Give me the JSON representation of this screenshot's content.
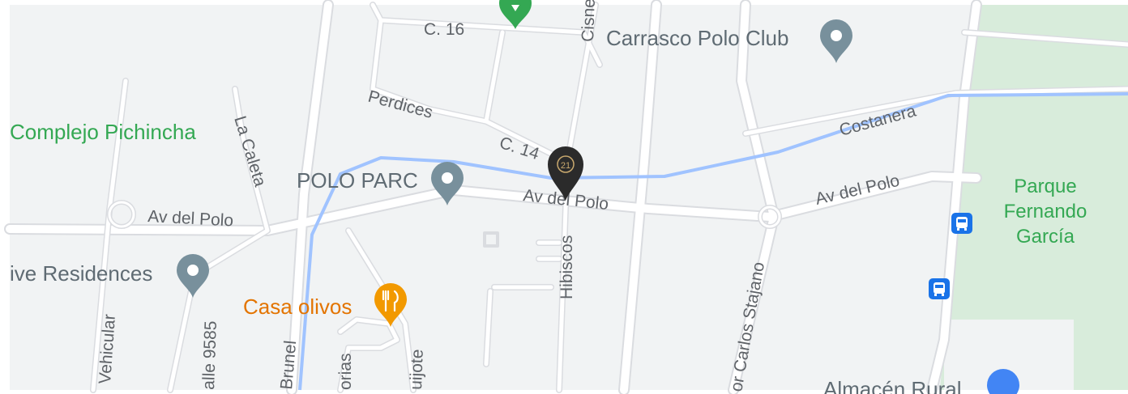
{
  "colors": {
    "land": "#f1f3f4",
    "road_casing": "#dadce0",
    "road": "#ffffff",
    "water": "#a0c3ff",
    "park": "#d8ecdb",
    "place_text": "#5f6b73",
    "road_text": "#5f6368",
    "green_text": "#34a853",
    "orange_text": "#e37400",
    "pin_gray": "#78909c",
    "pin_green": "#34a853",
    "pin_orange": "#f29900",
    "pin_blue": "#4285f4",
    "transit": "#1a73e8",
    "marker": "#2b2b2b"
  },
  "places": {
    "carrasco_polo_club": "Carrasco Polo Club",
    "complejo_pichincha": "Complejo Pichincha",
    "polo_parc": "POLO PARC",
    "live_residences": "ive Residences",
    "casa_olivos": "Casa olivos",
    "parque_line1": "Parque",
    "parque_line2": "Fernando",
    "parque_line3": "García",
    "almacen_rural": "Almacén Rural"
  },
  "streets": {
    "c16": "C. 16",
    "cisne": "Cisne",
    "perdices": "Perdices",
    "c14": "C. 14",
    "costanera": "Costanera",
    "la_caleta": "La Caleta",
    "av_del_polo_left": "Av del Polo",
    "av_del_polo_center": "Av del Polo",
    "av_del_polo_right": "Av del Polo",
    "hibiscos": "Hibiscos",
    "carlos_stajano": "or Carlos Stajano",
    "vehicular": "Vehicular",
    "calle_9585": "alle 9585",
    "brunel": "Brunel",
    "orias": "orias",
    "quijote": "uijote"
  },
  "icons": {
    "marker": "century21-marker-icon",
    "pin": "place-pin-icon",
    "restaurant": "restaurant-icon",
    "bus": "bus-stop-icon",
    "shop": "shopping-icon"
  },
  "marker_label": "21"
}
